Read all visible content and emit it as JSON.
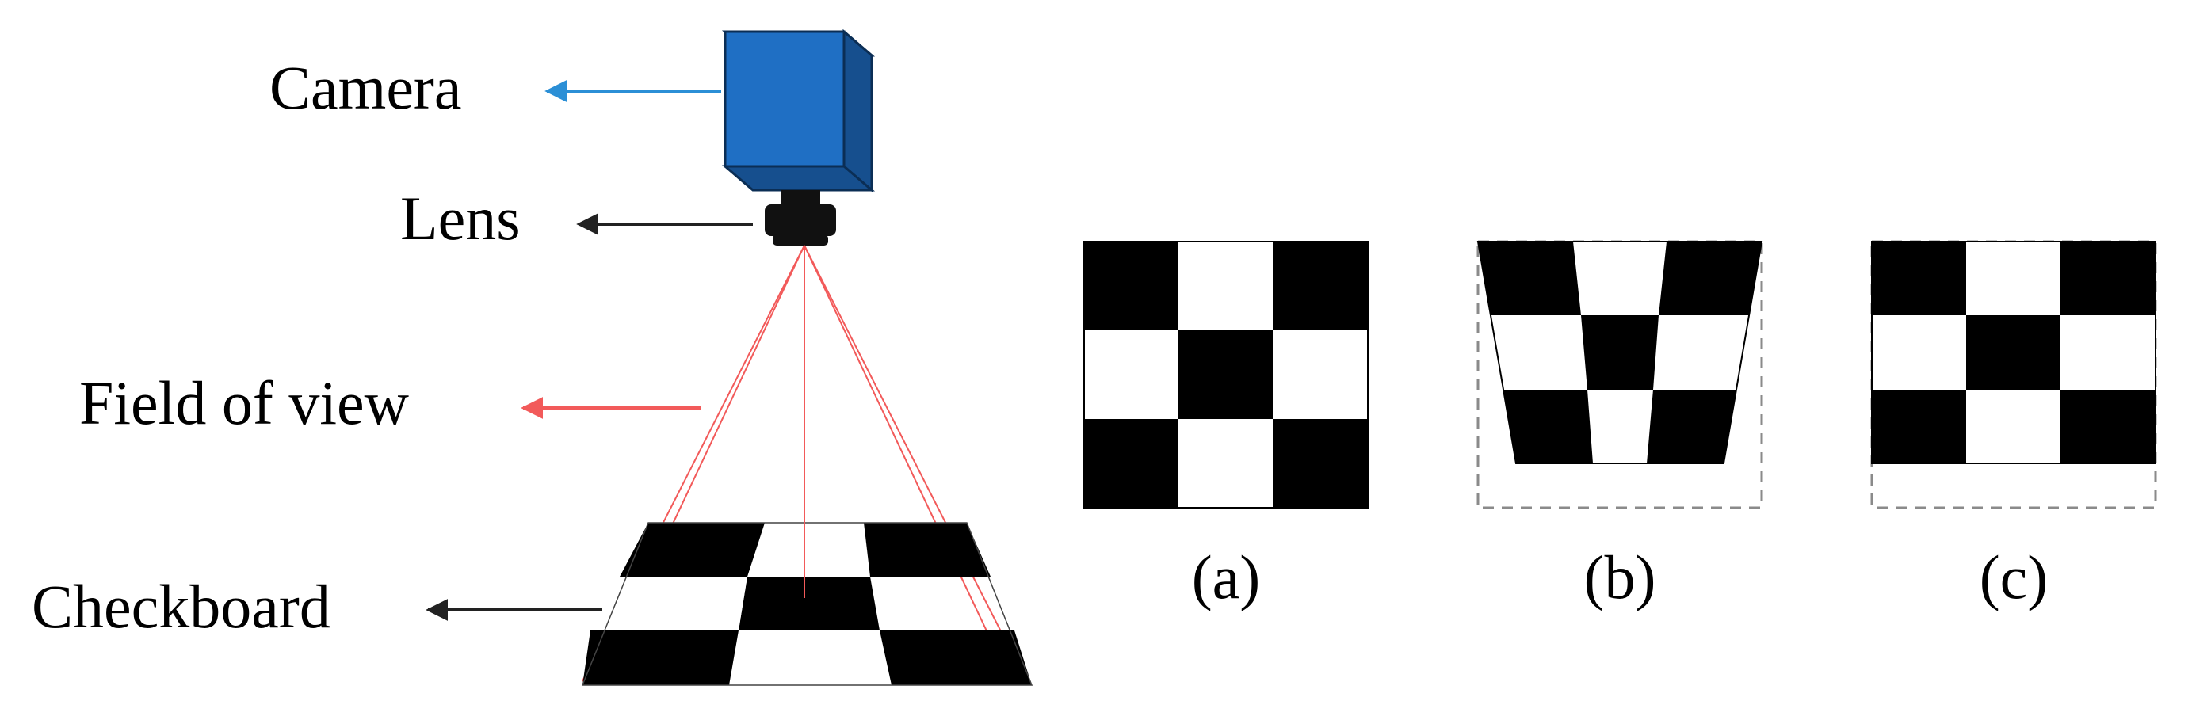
{
  "labels": {
    "camera": "Camera",
    "lens": "Lens",
    "field_of_view": "Field of view",
    "checkboard": "Checkboard"
  },
  "panels": {
    "a": "(a)",
    "b": "(b)",
    "c": "(c)"
  },
  "colors": {
    "camera_body": "#1f6fc4",
    "camera_arrow": "#2b8fd6",
    "fov_lines": "#f25a5a",
    "black_arrow": "#222222",
    "dashed_frame": "#8a8a8a"
  },
  "icons": {
    "camera": "camera-icon",
    "lens": "lens-icon"
  }
}
